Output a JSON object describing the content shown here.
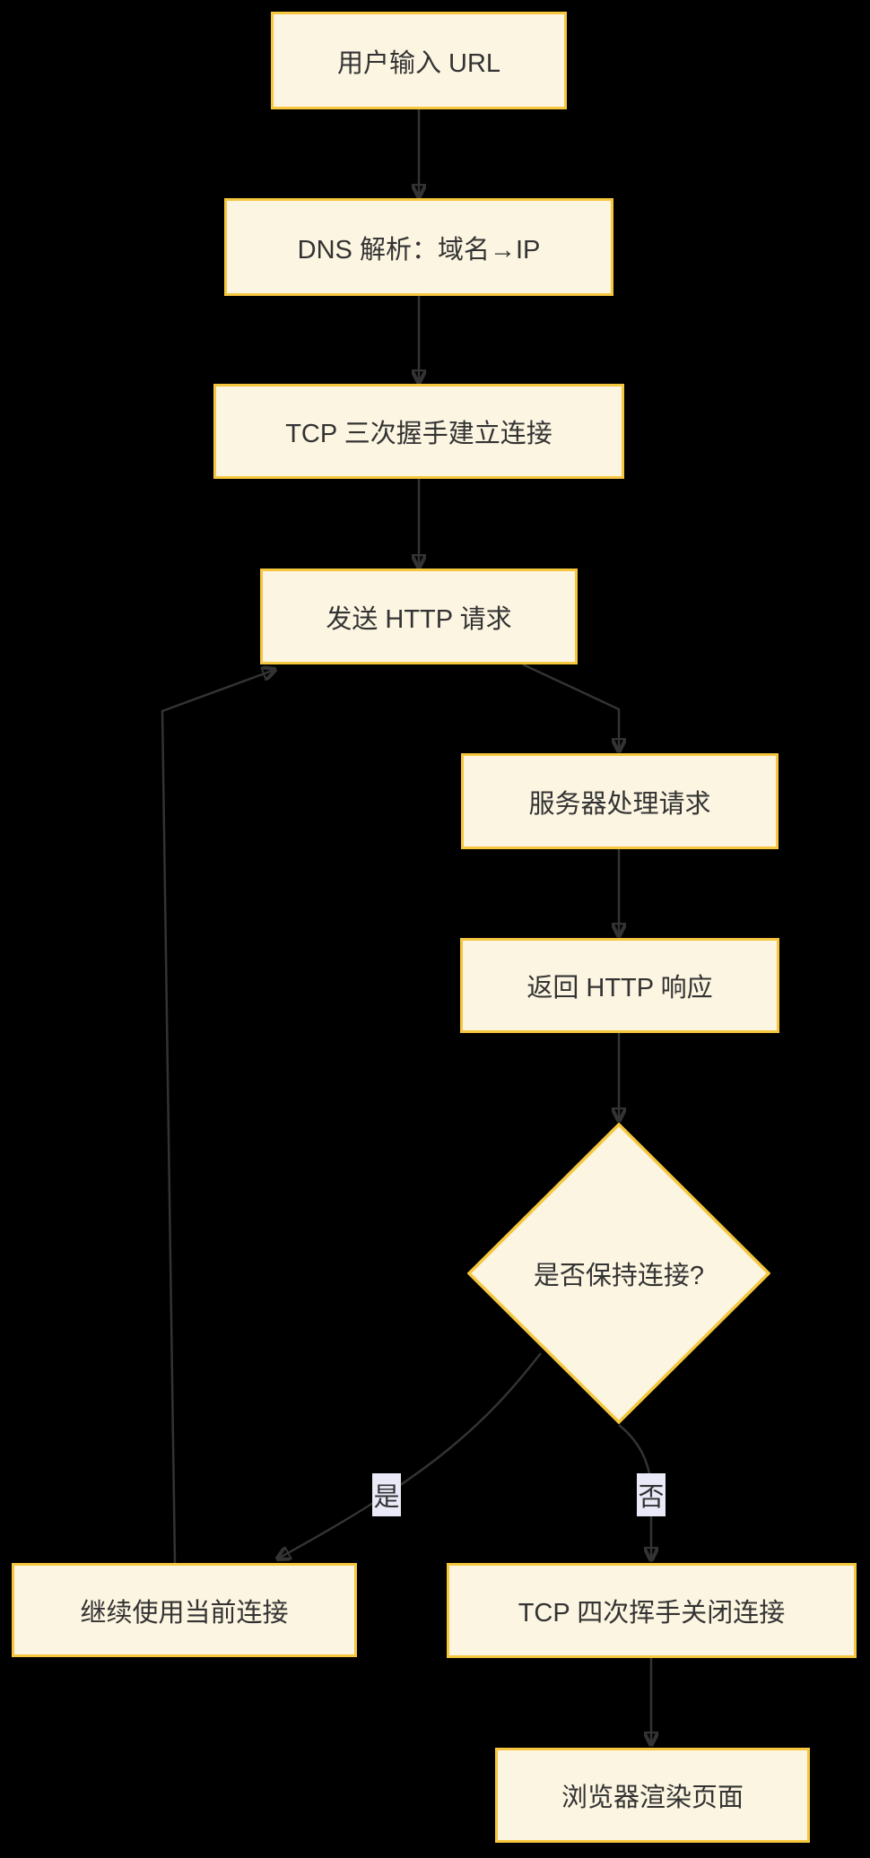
{
  "diagram": {
    "type": "flowchart",
    "direction": "top-down",
    "background_color": "#000000",
    "node_fill": "#FCF5E1",
    "node_border_color": "#F5C63E",
    "edge_color": "#333333",
    "text_color": "#333333",
    "edge_label_bg": "#E9E9F8",
    "nodes": [
      {
        "id": "n1",
        "shape": "rect",
        "label": "用户输入 URL"
      },
      {
        "id": "n2",
        "shape": "rect",
        "label": "DNS 解析：域名→IP"
      },
      {
        "id": "n3",
        "shape": "rect",
        "label": "TCP 三次握手建立连接"
      },
      {
        "id": "n4",
        "shape": "rect",
        "label": "发送 HTTP 请求"
      },
      {
        "id": "n5",
        "shape": "rect",
        "label": "服务器处理请求"
      },
      {
        "id": "n6",
        "shape": "rect",
        "label": "返回 HTTP 响应"
      },
      {
        "id": "n7",
        "shape": "diamond",
        "label": "是否保持连接?"
      },
      {
        "id": "n8",
        "shape": "rect",
        "label": "继续使用当前连接"
      },
      {
        "id": "n9",
        "shape": "rect",
        "label": "TCP 四次挥手关闭连接"
      },
      {
        "id": "n10",
        "shape": "rect",
        "label": "浏览器渲染页面"
      }
    ],
    "edges": [
      {
        "from": "用户输入 URL",
        "to": "DNS 解析：域名→IP",
        "label": ""
      },
      {
        "from": "DNS 解析：域名→IP",
        "to": "TCP 三次握手建立连接",
        "label": ""
      },
      {
        "from": "TCP 三次握手建立连接",
        "to": "发送 HTTP 请求",
        "label": ""
      },
      {
        "from": "发送 HTTP 请求",
        "to": "服务器处理请求",
        "label": ""
      },
      {
        "from": "服务器处理请求",
        "to": "返回 HTTP 响应",
        "label": ""
      },
      {
        "from": "返回 HTTP 响应",
        "to": "是否保持连接?",
        "label": ""
      },
      {
        "from": "是否保持连接?",
        "to": "继续使用当前连接",
        "label": "是"
      },
      {
        "from": "是否保持连接?",
        "to": "TCP 四次挥手关闭连接",
        "label": "否"
      },
      {
        "from": "继续使用当前连接",
        "to": "发送 HTTP 请求",
        "label": ""
      },
      {
        "from": "TCP 四次挥手关闭连接",
        "to": "浏览器渲染页面",
        "label": ""
      }
    ]
  }
}
